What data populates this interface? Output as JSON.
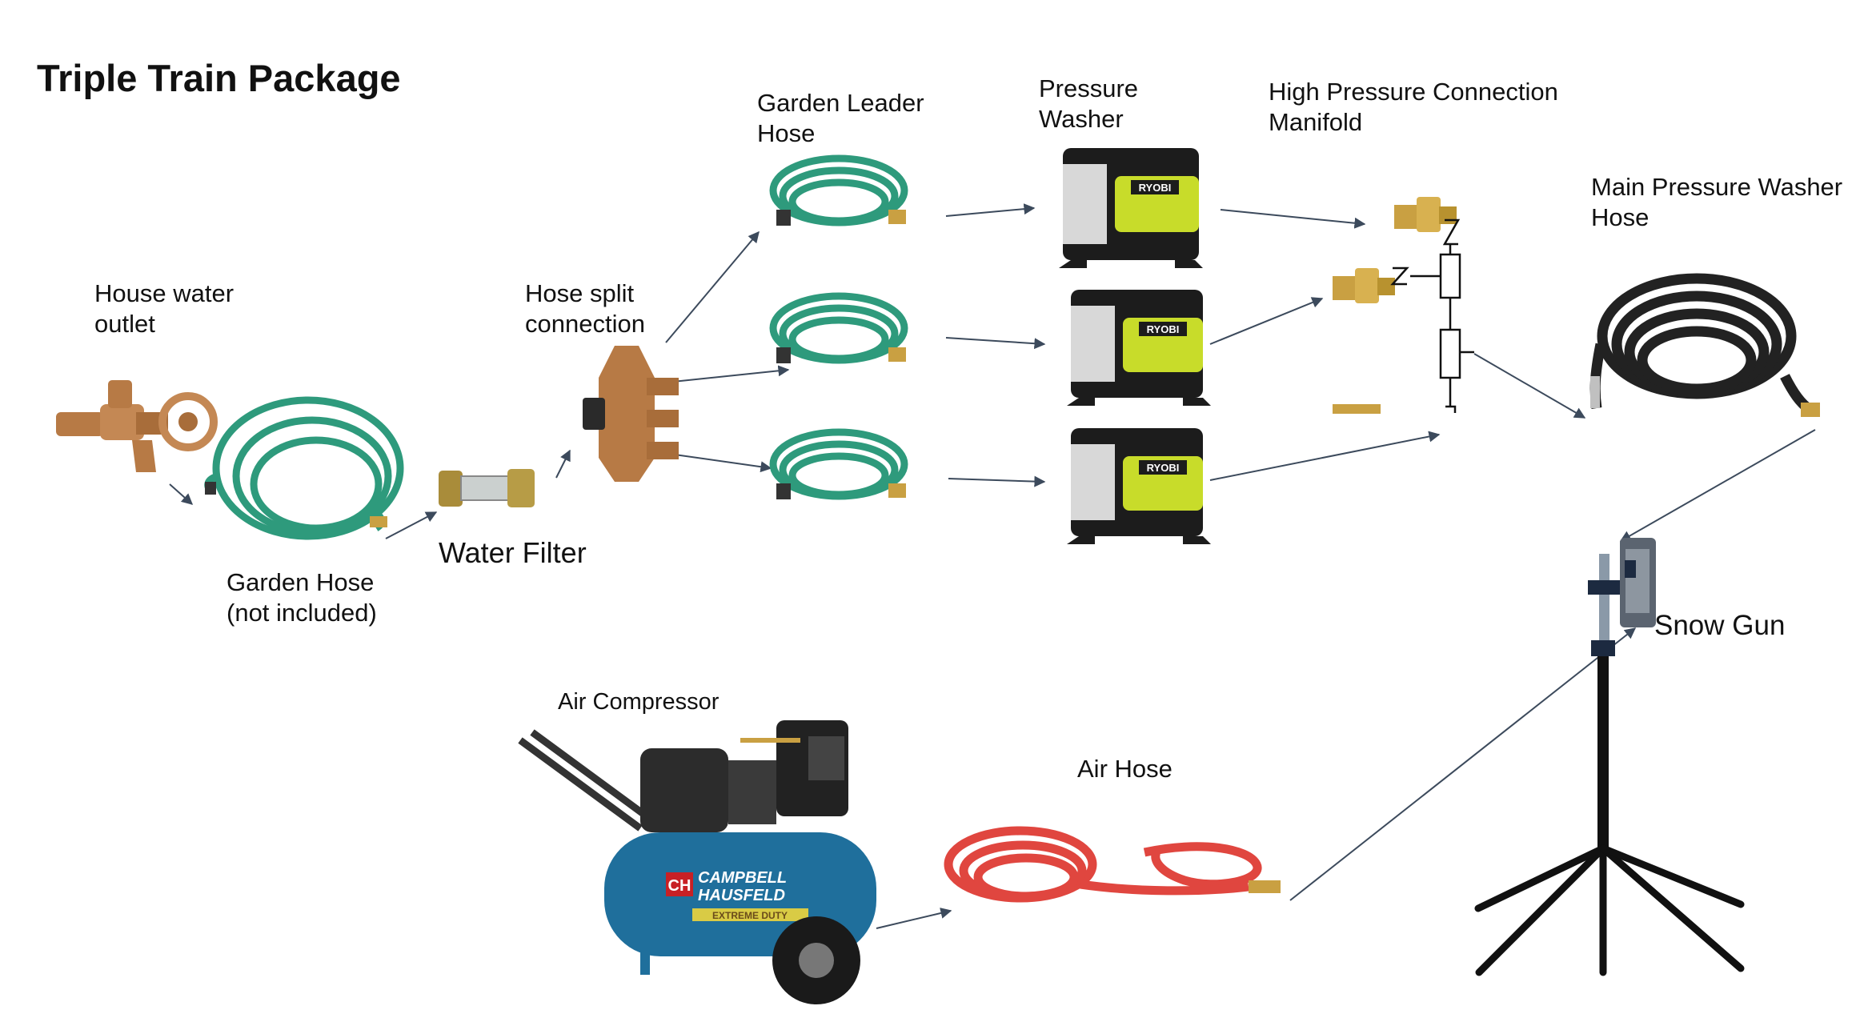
{
  "title": "Triple Train Package",
  "labels": {
    "house_water_outlet": "House water\noutlet",
    "garden_hose": "Garden Hose\n(not included)",
    "water_filter": "Water Filter",
    "hose_split": "Hose split\nconnection",
    "garden_leader_hose": "Garden Leader\nHose",
    "pressure_washer": "Pressure\nWasher",
    "hp_manifold": "High Pressure Connection\nManifold",
    "main_pw_hose": "Main Pressure Washer\nHose",
    "snow_gun": "Snow Gun",
    "air_compressor": "Air Compressor",
    "air_hose": "Air Hose"
  },
  "brand_text": {
    "pressure_washer": "RYOBI",
    "compressor_line1": "CAMPBELL",
    "compressor_line2": "HAUSFELD",
    "compressor_logo": "CH",
    "compressor_badge": "EXTREME DUTY"
  },
  "colors": {
    "garden_hose": "#2e9a7c",
    "pressure_washer_body": "#c8dc2a",
    "air_hose": "#e0463f",
    "compressor_tank": "#1f6f9c",
    "brass": "#c9a042",
    "copper": "#b77a45",
    "arrow": "#3c4a5c"
  }
}
